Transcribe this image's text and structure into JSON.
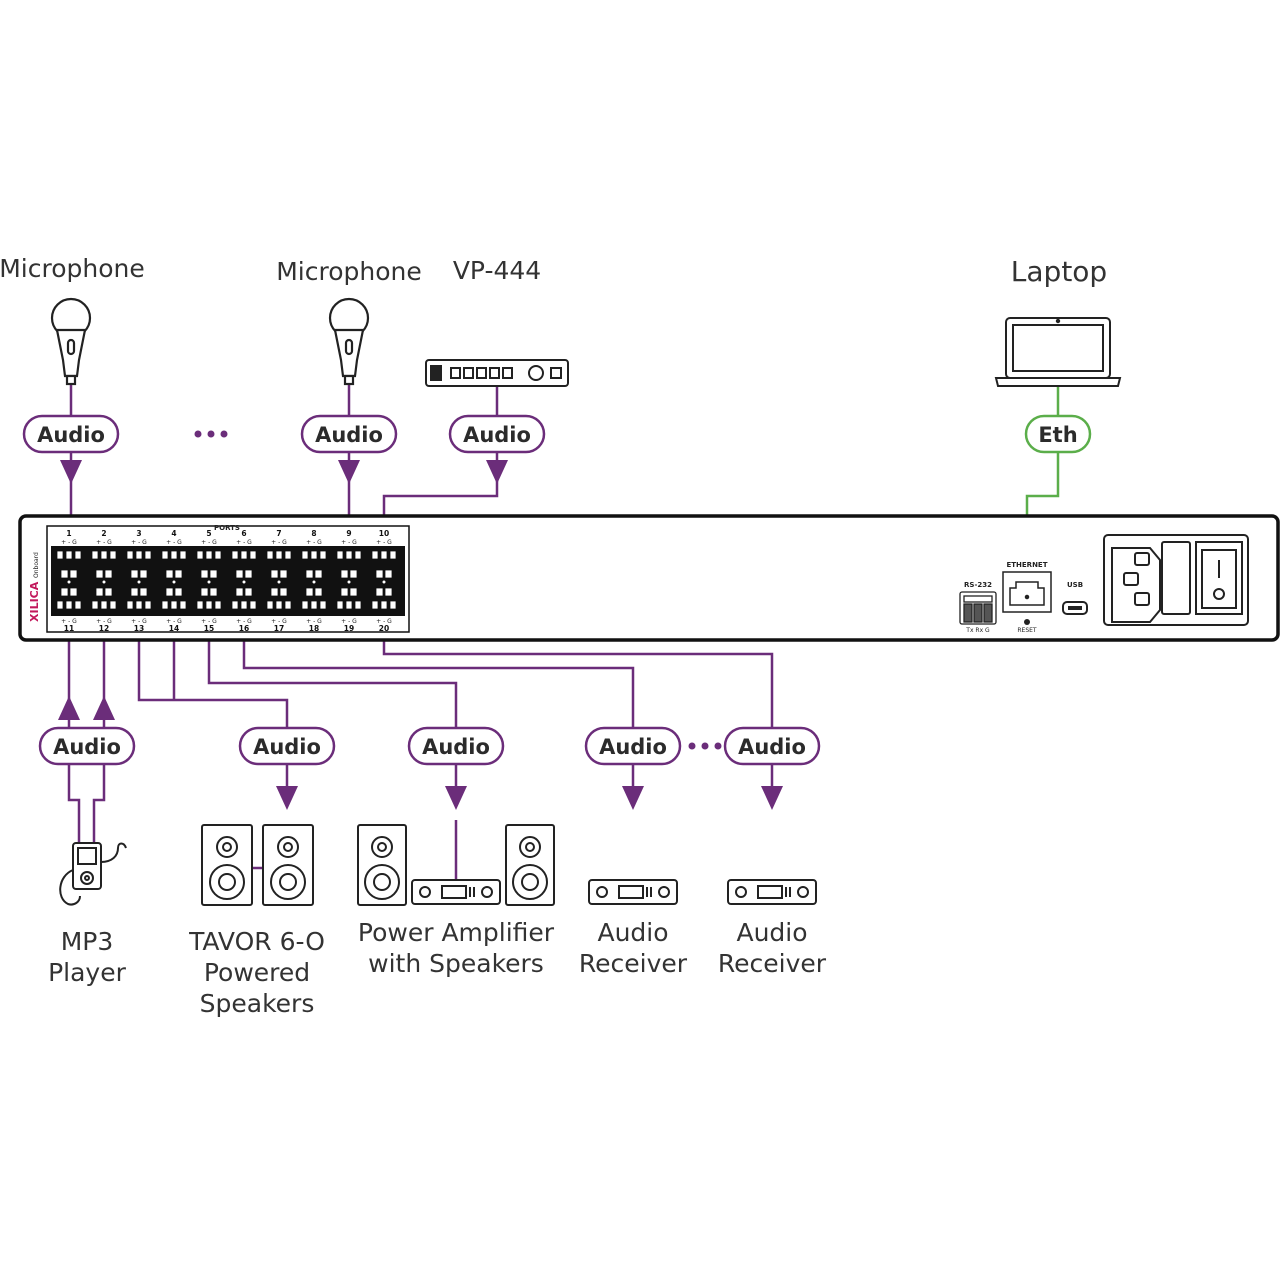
{
  "colors": {
    "audio_line": "#6b2d7a",
    "eth_line": "#5bae4a",
    "outline": "#222222",
    "brand": "#c2185b"
  },
  "devices": {
    "mic1": "Microphone",
    "mic2": "Microphone",
    "vp444": "VP-444",
    "laptop": "Laptop",
    "mp3": [
      "MP3",
      "Player"
    ],
    "tavor": [
      "TAVOR 6-O",
      "Powered",
      "Speakers"
    ],
    "amp": [
      "Power Amplifier",
      "with Speakers"
    ],
    "receiver1": [
      "Audio",
      "Receiver"
    ],
    "receiver2": [
      "Audio",
      "Receiver"
    ]
  },
  "connections": {
    "audio": "Audio",
    "eth": "Eth"
  },
  "panel": {
    "brand": "XILICA",
    "brand_sub": "Onboard",
    "ports_title": "PORTS",
    "top_ports": [
      "1",
      "2",
      "3",
      "4",
      "5",
      "6",
      "7",
      "8",
      "9",
      "10"
    ],
    "bottom_ports": [
      "11",
      "12",
      "13",
      "14",
      "15",
      "16",
      "17",
      "18",
      "19",
      "20"
    ],
    "pin_labels": "+ - G",
    "ethernet": "ETHERNET",
    "reset": "RESET",
    "usb": "USB",
    "rs232": "RS-232",
    "rs232_pins": "Tx Rx G"
  }
}
